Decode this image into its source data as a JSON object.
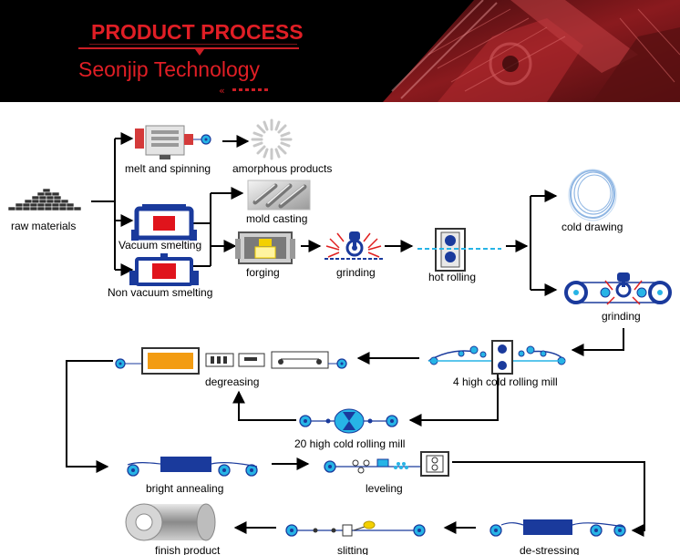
{
  "banner": {
    "title": "PRODUCT PROCESS",
    "subtitle": "Seonjip Technology"
  },
  "labels": {
    "raw_materials": "raw materials",
    "melt_spinning": "melt and spinning",
    "amorphous": "amorphous products",
    "mold_casting": "mold casting",
    "vacuum_smelting": "Vacuum smelting",
    "non_vacuum_smelting": "Non vacuum smelting",
    "forging": "forging",
    "grinding1": "grinding",
    "hot_rolling": "hot rolling",
    "cold_drawing": "cold drawing",
    "grinding2": "grinding",
    "four_high": "4 high cold rolling mill",
    "degreasing": "degreasing",
    "twenty_high": "20 high cold rolling mill",
    "bright_annealing": "bright annealing",
    "leveling": "leveling",
    "finish_product": "finish product",
    "slitting": "slitting",
    "de_stressing": "de-stressing"
  },
  "colors": {
    "banner_red": "#e01e25",
    "machine_blue": "#1a3a9c",
    "roll_cyan": "#27b4e6",
    "smelt_red": "#e0141c",
    "furnace_orange": "#f39c12",
    "spark_red": "#e02020"
  }
}
